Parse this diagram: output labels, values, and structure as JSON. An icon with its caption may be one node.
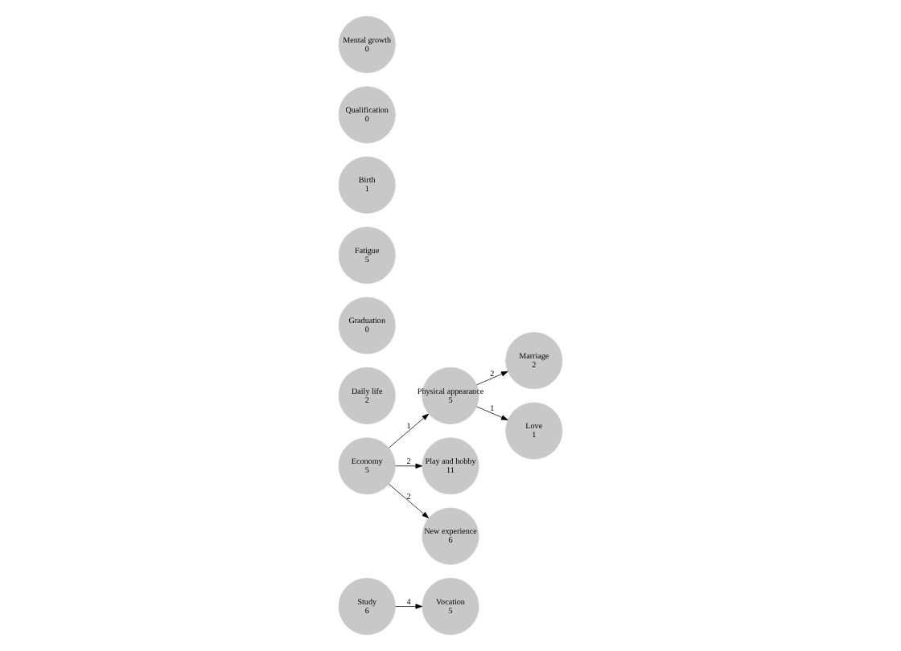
{
  "diagram": {
    "nodes": [
      {
        "text": [
          "Vocation",
          "5"
        ]
      },
      {
        "text": [
          "Physical appearance",
          "5"
        ]
      },
      {
        "text": [
          "Daily life",
          "2"
        ]
      },
      {
        "text": [
          "Study",
          "6"
        ]
      },
      {
        "text": [
          "Marriage",
          "2"
        ]
      },
      {
        "text": [
          "Play and hobby",
          "11"
        ]
      },
      {
        "text": [
          "Graduation",
          "0"
        ]
      },
      {
        "text": [
          "Economy",
          "5"
        ]
      },
      {
        "text": [
          "Fatigue",
          "5"
        ]
      },
      {
        "text": [
          "Birth",
          "1"
        ]
      },
      {
        "text": [
          "Qualification",
          "0"
        ]
      },
      {
        "text": [
          "Love",
          "1"
        ]
      },
      {
        "text": [
          "New experience",
          "6"
        ]
      },
      {
        "text": [
          "Mental growth",
          "0"
        ]
      }
    ],
    "edges": [
      {
        "from": 3,
        "to": 0,
        "arrow": "to",
        "label": "4"
      },
      {
        "from": 1,
        "to": 4,
        "arrow": "to",
        "label": "2"
      },
      {
        "from": 7,
        "to": 1,
        "arrow": "to",
        "label": "1"
      },
      {
        "from": 7,
        "to": 5,
        "arrow": "to",
        "label": "2"
      },
      {
        "from": 7,
        "to": 12,
        "arrow": "to",
        "label": "2"
      },
      {
        "from": 1,
        "to": 11,
        "arrow": "to",
        "label": "1"
      }
    ]
  }
}
